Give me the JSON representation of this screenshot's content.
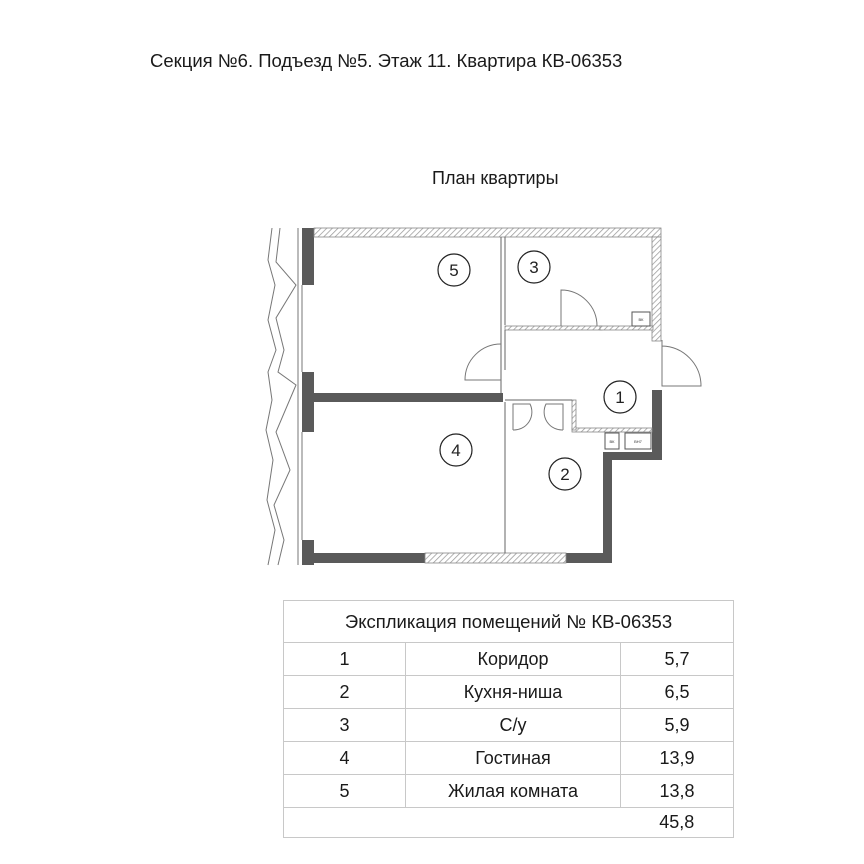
{
  "header": {
    "title": "Секция №6. Подъезд №5. Этаж 11. Квартира КВ-06353",
    "plan_title": "План квартиры"
  },
  "plan": {
    "room_markers": [
      "1",
      "2",
      "3",
      "4",
      "5"
    ],
    "fixture_labels": [
      "ВК",
      "ВК",
      "ВН7"
    ]
  },
  "explication": {
    "title": "Экспликация помещений № КВ-06353",
    "rows": [
      {
        "num": "1",
        "name": "Коридор",
        "area": "5,7"
      },
      {
        "num": "2",
        "name": "Кухня-ниша",
        "area": "6,5"
      },
      {
        "num": "3",
        "name": "С/у",
        "area": "5,9"
      },
      {
        "num": "4",
        "name": "Гостиная",
        "area": "13,9"
      },
      {
        "num": "5",
        "name": "Жилая комната",
        "area": "13,8"
      }
    ],
    "total": "45,8"
  },
  "colors": {
    "wall_dark": "#5a5a5a",
    "hatch": "#9a9a9a",
    "line": "#555555"
  }
}
